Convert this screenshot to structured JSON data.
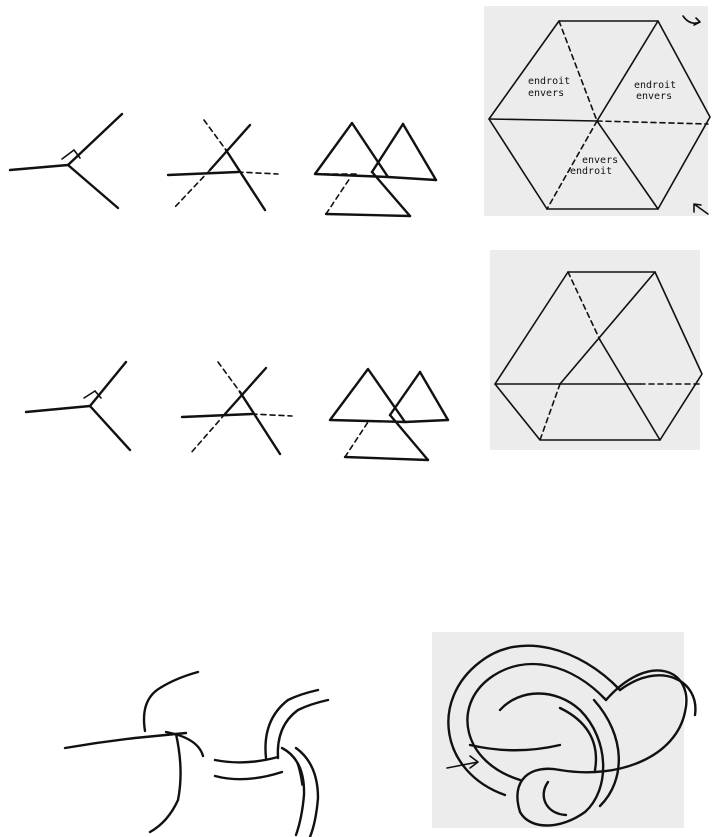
{
  "hexagon_labels": {
    "upper_left_front": "endroit",
    "upper_left_back": "envers",
    "upper_right_front": "endroit",
    "upper_right_back": "envers",
    "lower_first": "envers",
    "lower_second": "endroit"
  },
  "icons": {
    "curved_arrow": "curved-arrow-icon",
    "corner_arrow": "corner-arrow-icon",
    "pointer_arrow": "pointer-arrow-icon"
  },
  "colors": {
    "ink": "#111111",
    "paper": "#ffffff",
    "smudge": "#c9c9c9"
  }
}
